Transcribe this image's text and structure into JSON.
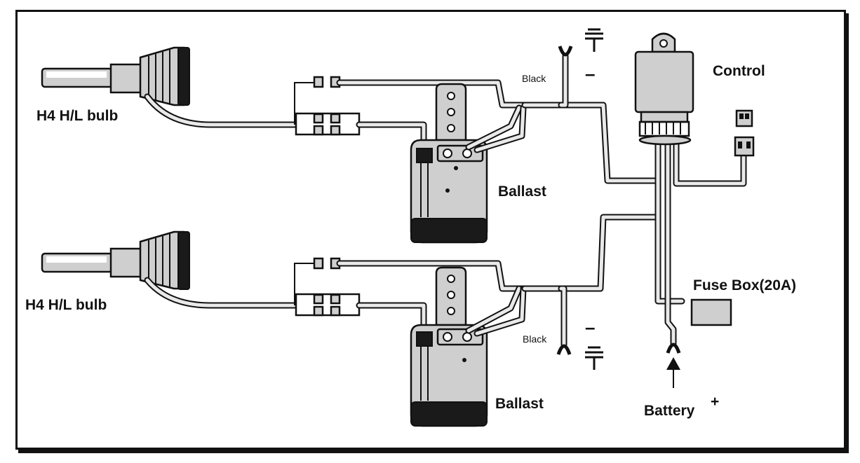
{
  "labels": {
    "bulb_top": "H4 H/L bulb",
    "bulb_bottom": "H4 H/L bulb",
    "ballast_top": "Ballast",
    "ballast_bottom": "Ballast",
    "control": "Control",
    "fuse_box": "Fuse Box(20A)",
    "battery": "Battery",
    "battery_plus": "+",
    "black_top": "Black",
    "black_bottom": "Black",
    "minus_top": "–",
    "minus_bottom": "–"
  },
  "colors": {
    "line": "#111111",
    "wire_fill": "#e9e9e9",
    "component_gray": "#cfcfcf",
    "component_dark": "#1a1a1a",
    "background": "#ffffff"
  },
  "icons": [
    "ground-symbol-icon",
    "ground-symbol-icon",
    "up-arrow-icon"
  ]
}
